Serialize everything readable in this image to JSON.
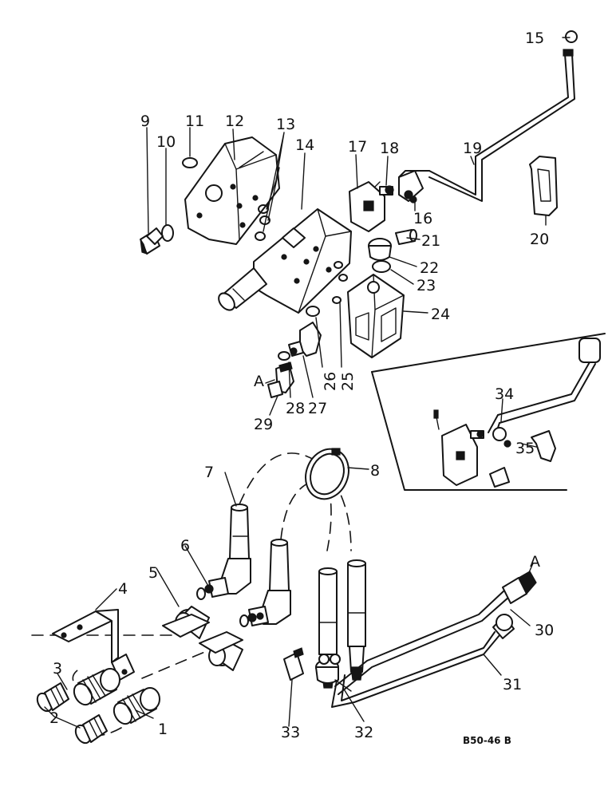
{
  "colors": {
    "ink": "#151515",
    "paper": "#ffffff"
  },
  "diagram_code": "B50-46 B",
  "callouts": [
    "1",
    "2",
    "3",
    "4",
    "5",
    "6",
    "7",
    "8",
    "9",
    "10",
    "11",
    "12",
    "13",
    "14",
    "15",
    "16",
    "17",
    "18",
    "19",
    "20",
    "21",
    "22",
    "23",
    "24",
    "25",
    "26",
    "27",
    "28",
    "29",
    "30",
    "31",
    "32",
    "33",
    "34",
    "35"
  ],
  "connection_marks": [
    "A",
    "A"
  ]
}
